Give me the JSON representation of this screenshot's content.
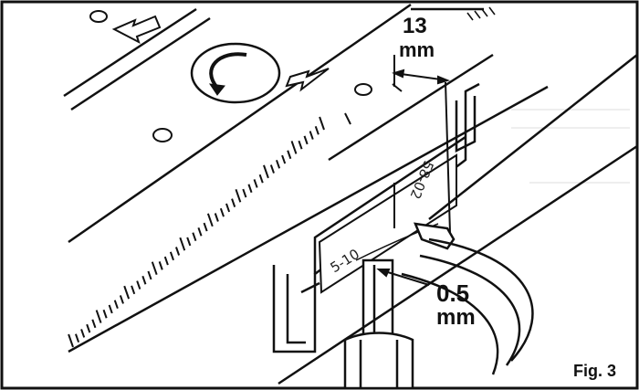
{
  "figure": {
    "label": "Fig. 3",
    "dimension_top": {
      "value": "13",
      "unit": "mm"
    },
    "dimension_gap": {
      "value": "0.5",
      "unit": "mm"
    },
    "scale_marks": {
      "upper": "58-02",
      "lower": "5-10"
    }
  },
  "colors": {
    "line": "#111111",
    "background": "#ffffff",
    "shade": "#e8e8e8"
  }
}
